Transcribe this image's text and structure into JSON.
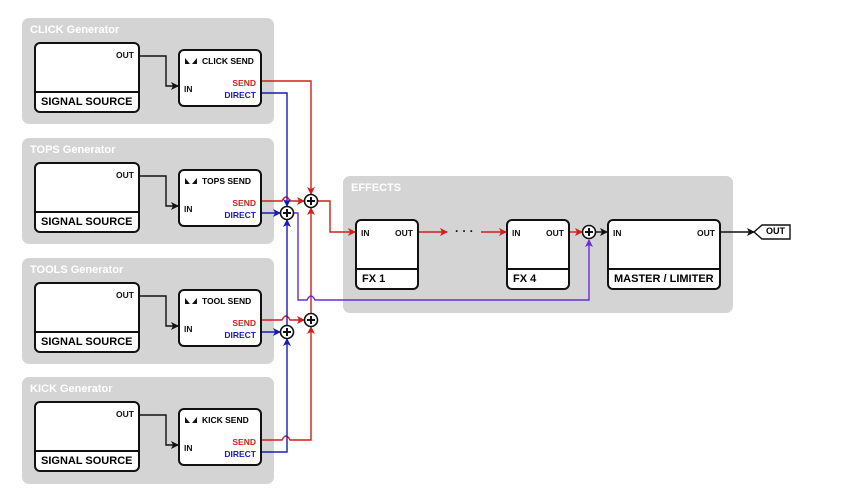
{
  "generators": [
    {
      "title": "CLICK Generator",
      "source_label": "SIGNAL SOURCE",
      "source_out": "OUT",
      "send_title": "CLICK SEND",
      "send_in": "IN",
      "send_send": "SEND",
      "send_direct": "DIRECT"
    },
    {
      "title": "TOPS Generator",
      "source_label": "SIGNAL SOURCE",
      "source_out": "OUT",
      "send_title": "TOPS SEND",
      "send_in": "IN",
      "send_send": "SEND",
      "send_direct": "DIRECT"
    },
    {
      "title": "TOOLS Generator",
      "source_label": "SIGNAL SOURCE",
      "source_out": "OUT",
      "send_title": "TOOL SEND",
      "send_in": "IN",
      "send_send": "SEND",
      "send_direct": "DIRECT"
    },
    {
      "title": "KICK Generator",
      "source_label": "SIGNAL SOURCE",
      "source_out": "OUT",
      "send_title": "KICK SEND",
      "send_in": "IN",
      "send_send": "SEND",
      "send_direct": "DIRECT"
    }
  ],
  "effects": {
    "title": "EFFECTS",
    "fx1": {
      "label": "FX 1",
      "in": "IN",
      "out": "OUT"
    },
    "ellipsis": "· · ·",
    "fx4": {
      "label": "FX 4",
      "in": "IN",
      "out": "OUT"
    },
    "master": {
      "label": "MASTER / LIMITER",
      "in": "IN",
      "out": "OUT"
    }
  },
  "output": {
    "label": "OUT"
  },
  "colors": {
    "send": "#d11f1f",
    "direct": "#1a1ab8",
    "mix": "#6a2bd8",
    "group_bg": "#d4d4d4"
  }
}
